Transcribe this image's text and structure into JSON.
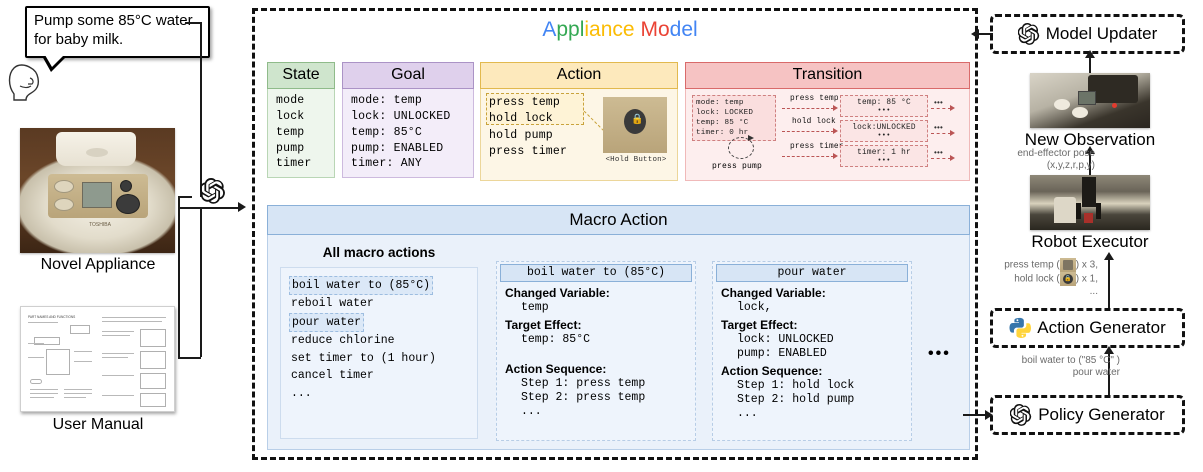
{
  "user_request": {
    "text": "Pump some 85°C water for baby milk."
  },
  "left": {
    "appliance_caption": "Novel Appliance",
    "manual_caption": "User Manual",
    "appliance_brand": "TOSHIBA"
  },
  "model": {
    "title_parts": [
      {
        "text": "A",
        "color": "#4285F4"
      },
      {
        "text": "p",
        "color": "#34A853"
      },
      {
        "text": "p",
        "color": "#34A853"
      },
      {
        "text": "l",
        "color": "#34A853"
      },
      {
        "text": "i",
        "color": "#FBBC05"
      },
      {
        "text": "a",
        "color": "#FBBC05"
      },
      {
        "text": "n",
        "color": "#FBBC05"
      },
      {
        "text": "c",
        "color": "#FBBC05"
      },
      {
        "text": "e",
        "color": "#FBBC05"
      },
      {
        "text": " ",
        "color": "#000000"
      },
      {
        "text": "M",
        "color": "#EA4335"
      },
      {
        "text": "o",
        "color": "#EA4335"
      },
      {
        "text": "d",
        "color": "#4285F4"
      },
      {
        "text": "e",
        "color": "#4285F4"
      },
      {
        "text": "l",
        "color": "#4285F4"
      }
    ],
    "state": {
      "header": "State",
      "items": [
        "mode",
        "lock",
        "temp",
        "pump",
        "timer"
      ]
    },
    "goal": {
      "header": "Goal",
      "items": [
        "mode: temp",
        "lock: UNLOCKED",
        "temp: 85°C",
        "pump: ENABLED",
        "timer: ANY"
      ]
    },
    "action": {
      "header": "Action",
      "items": [
        "press temp",
        "hold lock",
        "hold pump",
        "press timer"
      ],
      "thumb_caption": "<Hold Button>"
    },
    "transition": {
      "header": "Transition",
      "source_state": [
        "mode: temp",
        "lock: LOCKED",
        "temp: 85 °C",
        "timer: 0 hr"
      ],
      "self_loop_label": "press pump",
      "edges": [
        {
          "label": "press temp",
          "result": "temp: 85 °C"
        },
        {
          "label": "hold lock",
          "result": "lock:UNLOCKED"
        },
        {
          "label": "press timer",
          "result": "timer: 1 hr"
        }
      ],
      "continuation": "..."
    }
  },
  "macro": {
    "header": "Macro Action",
    "all_title": "All macro actions",
    "all_items": [
      {
        "text": "boil water to (85°C)",
        "selected": true
      },
      {
        "text": "reboil water",
        "selected": false
      },
      {
        "text": "pour water",
        "selected": true
      },
      {
        "text": "reduce chlorine",
        "selected": false
      },
      {
        "text": "set timer to (1 hour)",
        "selected": false
      },
      {
        "text": "cancel timer",
        "selected": false
      },
      {
        "text": "...",
        "selected": false
      }
    ],
    "cards": [
      {
        "title": "boil water to (85°C)",
        "changed_variable_label": "Changed Variable:",
        "changed_variable": "temp",
        "target_effect_label": "Target Effect:",
        "target_effect": [
          "temp: 85°C"
        ],
        "action_sequence_label": "Action Sequence:",
        "action_sequence": [
          "Step 1: press temp",
          "Step 2: press temp",
          "..."
        ]
      },
      {
        "title": "pour water",
        "changed_variable_label": "Changed Variable:",
        "changed_variable": "lock,",
        "target_effect_label": "Target Effect:",
        "target_effect": [
          "lock: UNLOCKED",
          "pump: ENABLED"
        ],
        "action_sequence_label": "Action Sequence:",
        "action_sequence": [
          "Step 1: hold lock",
          "Step 2: hold pump",
          "..."
        ]
      }
    ],
    "ellipsis": "•••"
  },
  "right": {
    "model_updater": "Model Updater",
    "action_generator": "Action Generator",
    "policy_generator": "Policy Generator",
    "observation_caption": "New Observation",
    "robot_caption": "Robot Executor",
    "pose_label_line1": "end-effector pose",
    "pose_label_line2": "(x,y,z,r,p,y)",
    "actions_line1": "press temp (",
    "actions_line1b": ") x 3,",
    "actions_line2": "hold lock (",
    "actions_line2b": ") x 1,",
    "actions_line3": "...",
    "macros_line1": "boil water to (\"85 °C\" )",
    "macros_line2": "pour water"
  }
}
